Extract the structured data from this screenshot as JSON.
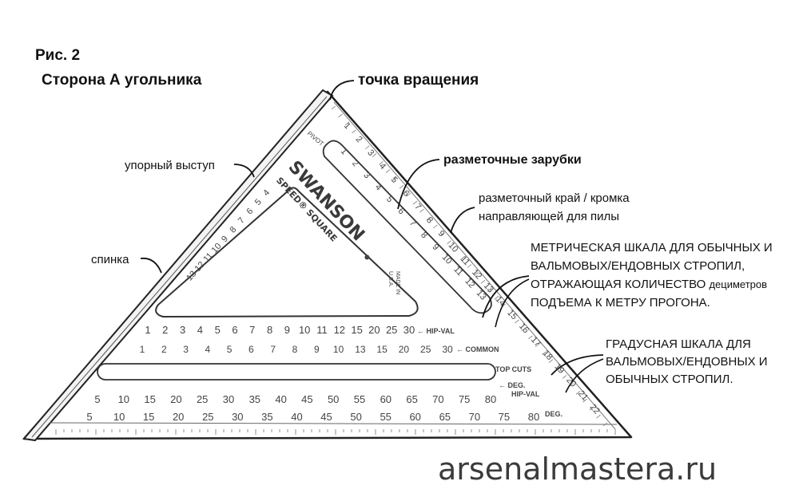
{
  "figure": {
    "number": "Рис. 2",
    "title": "Сторона А угольника"
  },
  "callouts": {
    "pivot": "точка вращения",
    "lip": "упорный выступ",
    "back": "спинка",
    "notches": "разметочные зарубки",
    "edge_line1": "разметочный край / кромка",
    "edge_line2": "направляющей для пилы",
    "metric_line1": "МЕТРИЧЕСКАЯ ШКАЛА ДЛЯ ОБЫЧНЫХ И",
    "metric_line2": "ВАЛЬМОВЫХ/ЕНДОВНЫХ СТРОПИЛ,",
    "metric_line3a": "ОТРАЖАЮЩАЯ КОЛИЧЕСТВО ",
    "metric_line3b": "дециметров",
    "metric_line4": "ПОДЪЕМА К МЕТРУ ПРОГОНА.",
    "degree_line1": "ГРАДУСНАЯ ШКАЛА ДЛЯ",
    "degree_line2": "ВАЛЬМОВЫХ/ЕНДОВНЫХ И",
    "degree_line3": "ОБЫЧНЫХ СТРОПИЛ."
  },
  "tool": {
    "brand": "SWANSON",
    "model_line1": "SPEED® SQUARE",
    "model_line2": "",
    "made_in_line1": "MADE IN",
    "made_in_line2": "U.S.A.",
    "pivot_mark": "PIVOT",
    "hip_val": "← HIP-VAL",
    "common": "← COMMON",
    "top_cuts": "TOP CUTS",
    "deg_hip_val_line1": "← DEG.",
    "deg_hip_val_line2": "HIP-VAL",
    "deg": "DEG.",
    "hip_val_scale": [
      "1",
      "2",
      "3",
      "4",
      "5",
      "6",
      "7",
      "8",
      "9",
      "10",
      "11",
      "12",
      "15",
      "20",
      "25",
      "30"
    ],
    "common_scale": [
      "1",
      "2",
      "3",
      "4",
      "5",
      "6",
      "7",
      "8",
      "9",
      "10",
      "13",
      "15",
      "20",
      "25",
      "30"
    ],
    "degree_upper_scale": [
      "5",
      "10",
      "15",
      "20",
      "25",
      "30",
      "35",
      "40",
      "45",
      "50",
      "55",
      "60",
      "65",
      "70",
      "75",
      "80"
    ],
    "degree_lower_scale": [
      "5",
      "10",
      "15",
      "20",
      "25",
      "30",
      "35",
      "40",
      "45",
      "50",
      "55",
      "60",
      "65",
      "70",
      "75",
      "80"
    ],
    "hypotenuse_inner_scale": [
      "1",
      "2",
      "3",
      "4",
      "5",
      "6",
      "7",
      "8",
      "9",
      "10",
      "11",
      "12",
      "13"
    ],
    "hypotenuse_outer_scale": [
      "1",
      "2",
      "3",
      "4",
      "5",
      "6",
      "7",
      "8",
      "9",
      "10",
      "11",
      "12",
      "13",
      "14",
      "15",
      "16",
      "17",
      "18",
      "19",
      "20",
      "21",
      "22"
    ],
    "inner_leg_scale": [
      "13",
      "12",
      "11",
      "10",
      "9",
      "8",
      "7",
      "6",
      "5",
      "4"
    ]
  },
  "watermark": "arsenalmastera.ru"
}
